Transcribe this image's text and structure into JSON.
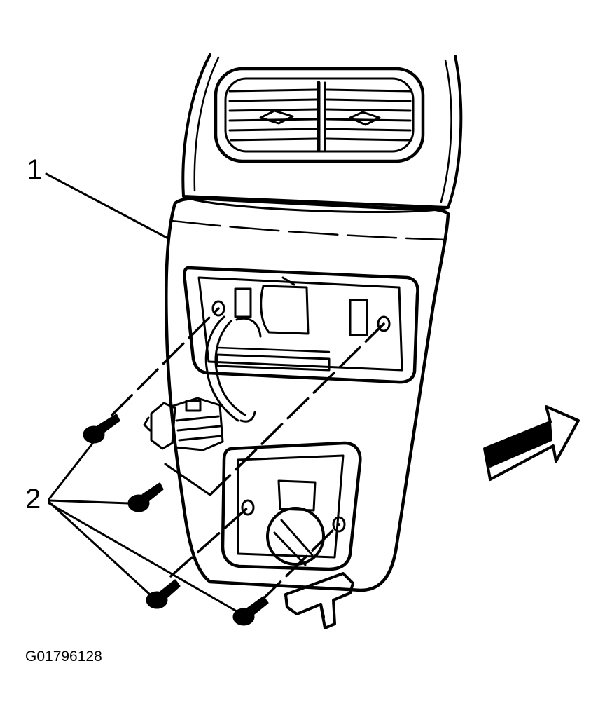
{
  "callouts": {
    "one": "1",
    "two": "2"
  },
  "figure_id": "G01796128",
  "icons": {
    "vehicle_front_arrow": "front-arrow-icon"
  },
  "colors": {
    "ink": "#000000",
    "paper": "#ffffff"
  }
}
